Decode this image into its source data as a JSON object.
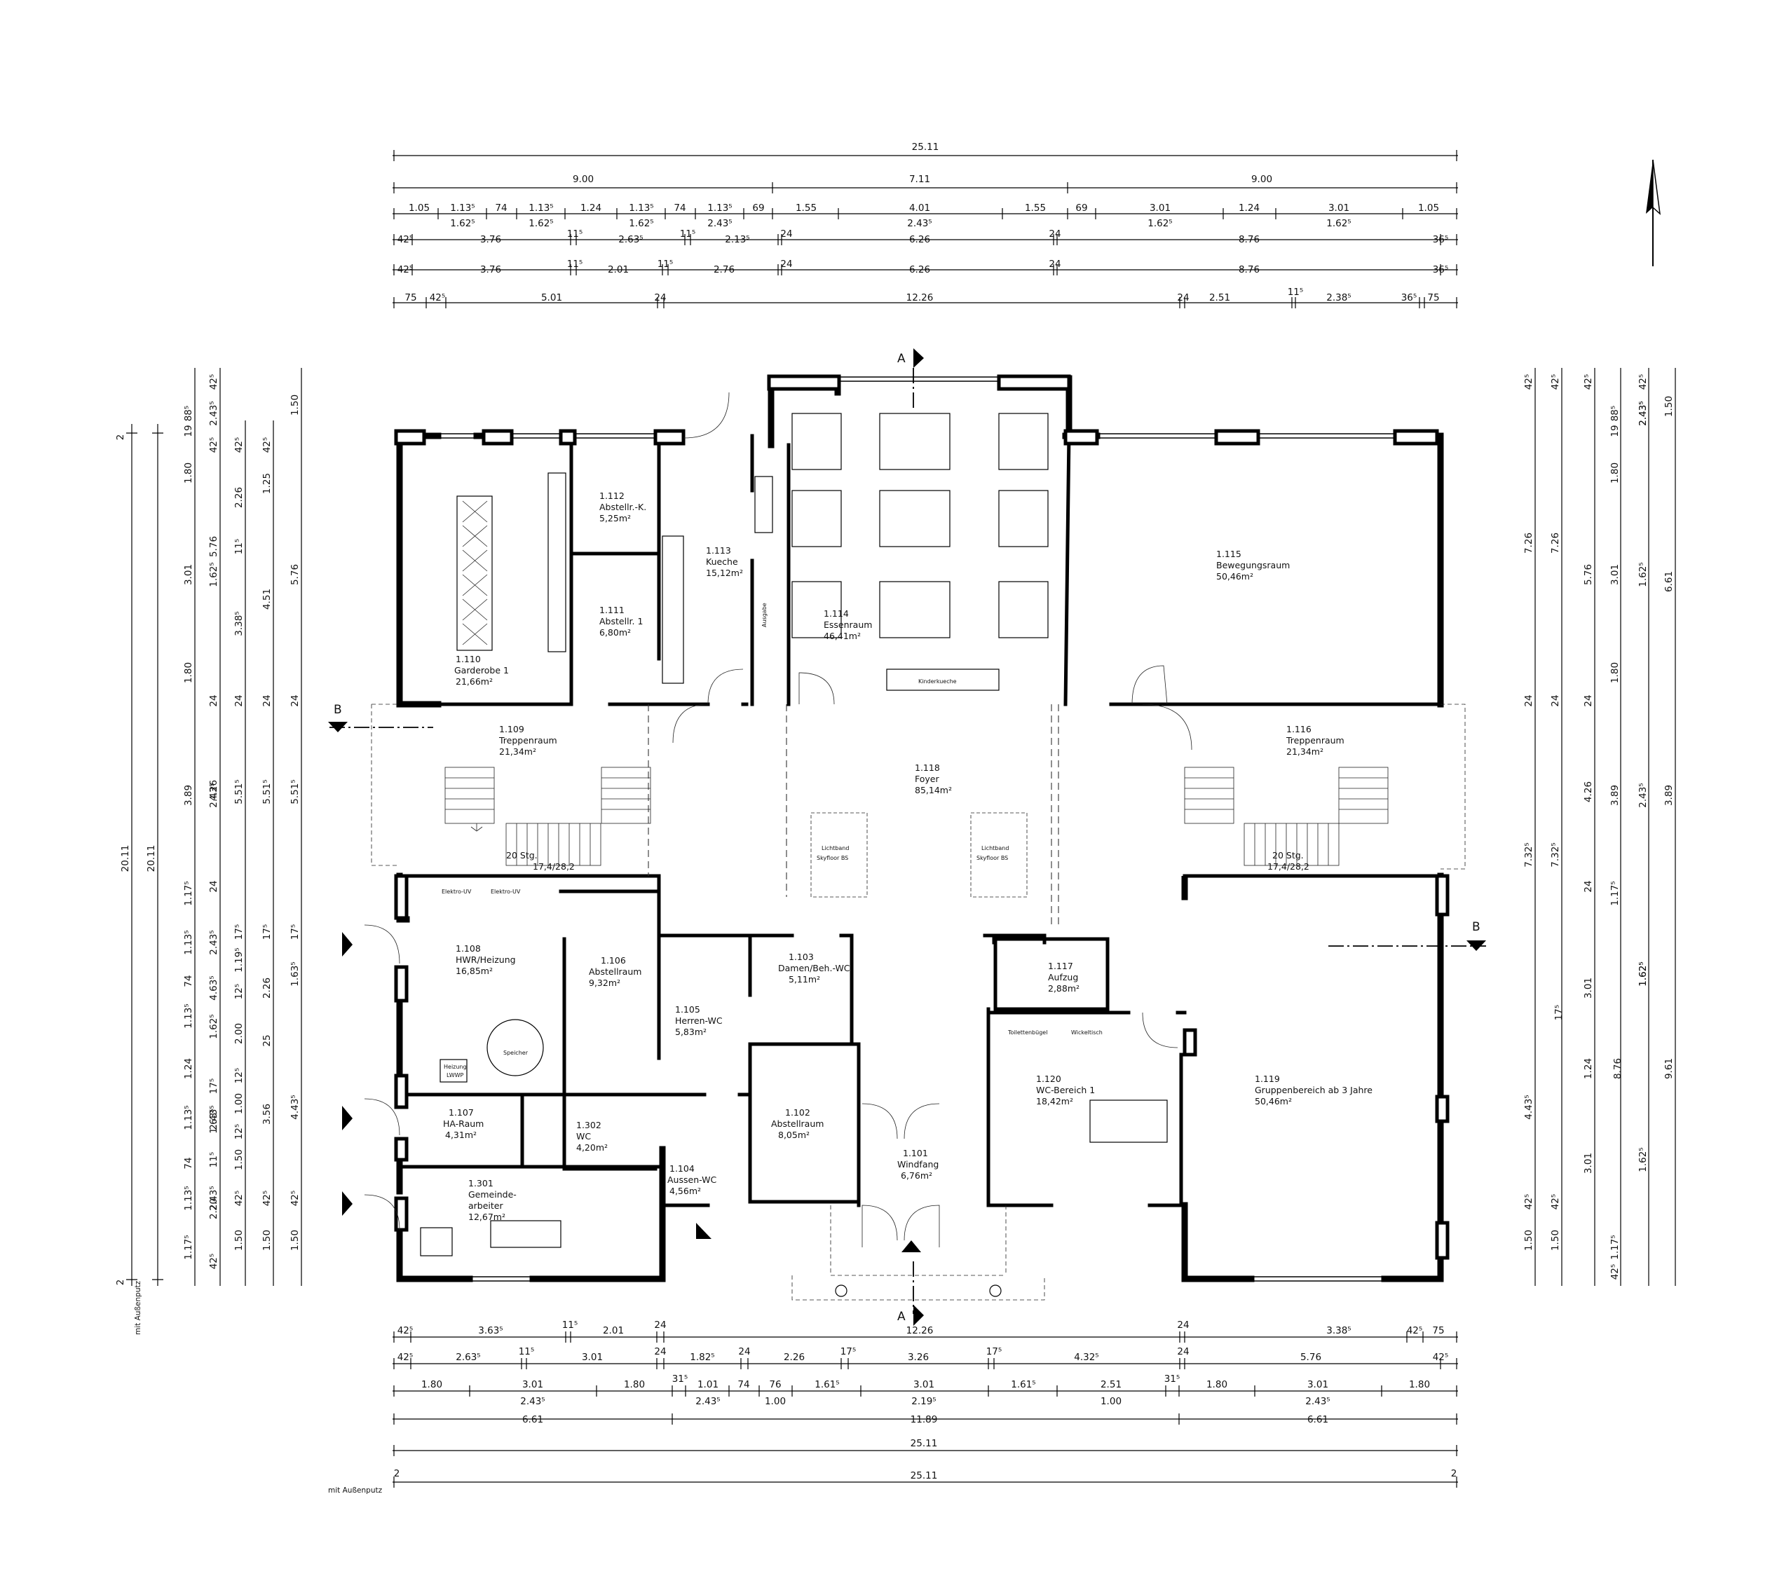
{
  "north_arrow": "north-arrow",
  "sections": {
    "a_top": "A",
    "a_bottom": "A",
    "b_left": "B",
    "b_right": "B"
  },
  "notes": {
    "left": "mit Außenputz",
    "bottom": "mit Außenputz"
  },
  "rooms": [
    {
      "id": "1.110",
      "name": "Garderobe 1",
      "area": "21,66m²"
    },
    {
      "id": "1.112",
      "name": "Abstellr.-K.",
      "area": "5,25m²"
    },
    {
      "id": "1.111",
      "name": "Abstellr. 1",
      "area": "6,80m²"
    },
    {
      "id": "1.113",
      "name": "Kueche",
      "area": "15,12m²"
    },
    {
      "id": "1.114",
      "name": "Essenraum",
      "area": "46,41m²"
    },
    {
      "id": "1.115",
      "name": "Bewegungsraum",
      "area": "50,46m²"
    },
    {
      "id": "1.109",
      "name": "Treppenraum",
      "area": "21,34m²"
    },
    {
      "id": "1.116",
      "name": "Treppenraum",
      "area": "21,34m²"
    },
    {
      "id": "1.118",
      "name": "Foyer",
      "area": "85,14m²"
    },
    {
      "id": "1.108",
      "name": "HWR/Heizung",
      "area": "16,85m²"
    },
    {
      "id": "1.106",
      "name": "Abstellraum",
      "area": "9,32m²"
    },
    {
      "id": "1.103",
      "name": "Damen/Beh.-WC",
      "area": "5,11m²"
    },
    {
      "id": "1.105",
      "name": "Herren-WC",
      "area": "5,83m²"
    },
    {
      "id": "1.117",
      "name": "Aufzug",
      "area": "2,88m²"
    },
    {
      "id": "1.120",
      "name": "WC-Bereich 1",
      "area": "18,42m²"
    },
    {
      "id": "1.119",
      "name": "Gruppenbereich ab 3 Jahre",
      "area": "50,46m²"
    },
    {
      "id": "1.107",
      "name": "HA-Raum",
      "area": "4,31m²"
    },
    {
      "id": "1.302",
      "name": "WC",
      "area": "4,20m²"
    },
    {
      "id": "1.102",
      "name": "Abstellraum",
      "area": "8,05m²"
    },
    {
      "id": "1.101",
      "name": "Windfang",
      "area": "6,76m²"
    },
    {
      "id": "1.104",
      "name": "Aussen-WC",
      "area": "4,56m²"
    },
    {
      "id": "1.301",
      "name": "Gemeinde-",
      "name2": "arbeiter",
      "area": "12,67m²"
    }
  ],
  "labels": {
    "stairs_left": "20 Stg.",
    "stairs_left_dim": "17,4/28,2",
    "stairs_right": "20 Stg.",
    "stairs_right_dim": "17,4/28,2",
    "skylight1_a": "Lichtband",
    "skylight1_b": "Skyfloor BS",
    "skylight2_a": "Lichtband",
    "skylight2_b": "Skyfloor BS",
    "ausgabe": "Ausgabe",
    "kinderkueche": "Kinderkueche",
    "speicher": "Speicher",
    "heizung": "Heizung",
    "lwwp": "LWWP",
    "elektro1": "Elektro-UV",
    "elektro2": "Elektro-UV",
    "toilette": "Toilettenbügel",
    "wickeltisch": "Wickeltisch"
  },
  "dims_top": {
    "r1": [
      "25.11"
    ],
    "r2": [
      "9.00",
      "7.11",
      "9.00"
    ],
    "r3": [
      "1.05",
      "1.13⁵",
      "74",
      "1.13⁵",
      "1.24",
      "1.13⁵",
      "74",
      "1.13⁵",
      "69",
      "1.55",
      "4.01",
      "1.55",
      "69",
      "3.01",
      "1.24",
      "3.01",
      "1.05"
    ],
    "r3b": [
      "1.62⁵",
      "1.62⁵",
      "1.62⁵",
      "2.43⁵",
      "2.43⁵",
      "1.62⁵",
      "1.62⁵"
    ],
    "r4": [
      "42⁵",
      "3.76",
      "11⁵",
      "2.63⁵",
      "11⁵",
      "2.13⁵",
      "24",
      "6.26",
      "24",
      "8.76",
      "36⁵"
    ],
    "r5": [
      "42⁵",
      "3.76",
      "11⁵",
      "2.01",
      "11⁵",
      "2.76",
      "24",
      "6.26",
      "24",
      "8.76",
      "36⁵"
    ],
    "r6": [
      "75",
      "42⁵",
      "5.01",
      "24",
      "12.26",
      "24",
      "2.51",
      "11⁵",
      "2.38⁵",
      "36⁵",
      "75"
    ]
  },
  "dims_bottom": {
    "r1": [
      "42⁵",
      "3.63⁵",
      "11⁵",
      "2.01",
      "24",
      "12.26",
      "24",
      "3.38⁵",
      "42⁵",
      "75"
    ],
    "r2": [
      "42⁵",
      "2.63⁵",
      "11⁵",
      "3.01",
      "24",
      "1.82⁵",
      "24",
      "2.26",
      "17⁵",
      "3.26",
      "17⁵",
      "4.32⁵",
      "24",
      "5.76",
      "42⁵"
    ],
    "r3": [
      "1.80",
      "3.01",
      "1.80",
      "31⁵",
      "1.01",
      "74",
      "76",
      "1.61⁵",
      "3.01",
      "1.61⁵",
      "2.51",
      "31⁵",
      "1.80",
      "3.01",
      "1.80"
    ],
    "r3b": [
      "2.43⁵",
      "2.43⁵",
      "1.00",
      "2.19⁵",
      "1.00",
      "2.43⁵"
    ],
    "r4": [
      "6.61",
      "11.89",
      "6.61"
    ],
    "r5": [
      "25.11"
    ],
    "r6_ends": [
      "2",
      "2"
    ],
    "r6": [
      "25.11"
    ]
  },
  "dims_left": {
    "c1": [
      "20.11"
    ],
    "c1_ends": [
      "2",
      "2"
    ],
    "c2": [
      "20.11"
    ],
    "c3": [
      "19",
      "1.80",
      "3.01",
      "1.80",
      "3.89",
      "1.17⁵",
      "1.13⁵",
      "74",
      "1.13⁵",
      "1.24",
      "1.13⁵",
      "74",
      "1.13⁵",
      "1.17⁵"
    ],
    "c4": [
      "42⁵",
      "88⁵",
      "2.43⁵",
      "1.62⁵",
      "2.43⁵",
      "2.43⁵",
      "1.62⁵",
      "2.43⁵",
      "2.43⁵"
    ],
    "c5": [
      "42⁵",
      "5.76",
      "24",
      "4.26",
      "24",
      "4.63⁵",
      "17⁵",
      "1.63⁵",
      "11⁵",
      "2.20",
      "42⁵"
    ],
    "c6": [
      "42⁵",
      "2.26",
      "11⁵",
      "3.38⁵",
      "24",
      "5.51⁵",
      "17⁵",
      "1.19⁵",
      "12⁵",
      "2.00",
      "12⁵",
      "1.00",
      "12⁵",
      "1.50",
      "42⁵",
      "1.50"
    ],
    "c7": [
      "42⁵",
      "1.25",
      "4.51",
      "24",
      "5.51⁵",
      "17⁵",
      "2.26",
      "25",
      "3.56",
      "42⁵",
      "1.50"
    ],
    "c8": [
      "1.50",
      "5.76",
      "24",
      "5.51⁵",
      "17⁵",
      "1.63⁵",
      "4.43⁵",
      "42⁵",
      "1.50"
    ]
  },
  "dims_right": {
    "c1": [
      "42⁵",
      "7.26",
      "24",
      "7.32⁵",
      "4.43⁵",
      "42⁵",
      "1.50"
    ],
    "c2": [
      "42⁵",
      "7.26",
      "24",
      "7.32⁵",
      "42⁵",
      "1.50"
    ],
    "c3": [
      "42⁵",
      "5.76",
      "24",
      "4.26",
      "24",
      "3.01",
      "17⁵",
      "1.24",
      "8.76",
      "3.01"
    ],
    "c4": [
      "88⁵",
      "1.80",
      "3.01",
      "1.80",
      "3.89",
      "1.17⁵",
      "1.62⁵",
      "1.17⁵",
      "42⁵"
    ],
    "c5": [
      "19",
      "2.43⁵",
      "1.62⁵",
      "2.43⁵",
      "1.62⁵",
      "1.62⁵"
    ],
    "c6": [
      "42⁵",
      "2.43⁵",
      "6.61",
      "3.89",
      "9.61"
    ],
    "c7": [
      "1.50"
    ]
  }
}
